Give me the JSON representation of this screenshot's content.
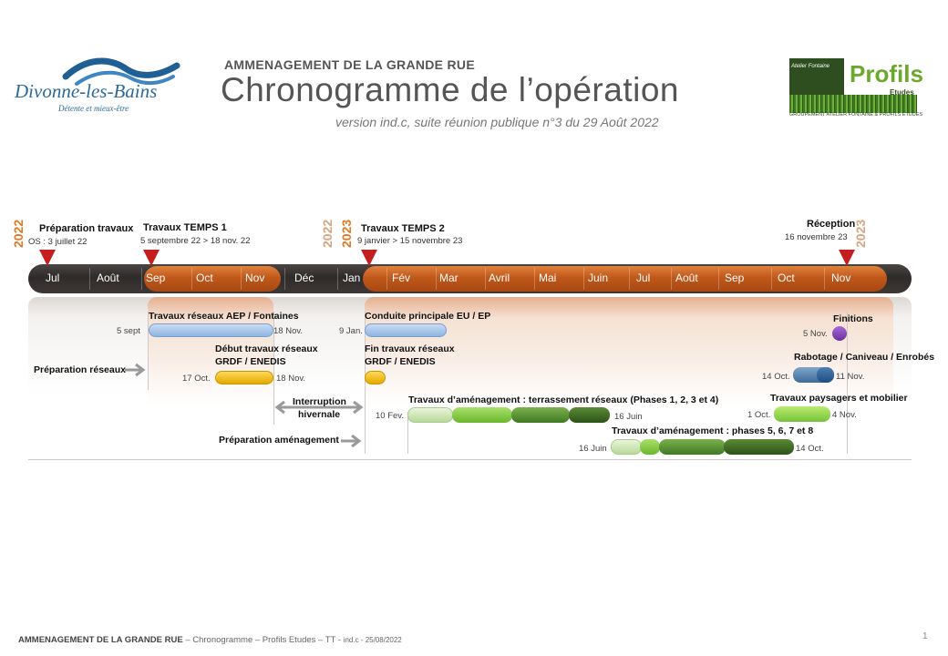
{
  "header": {
    "logo_left_name": "Divonne-les-Bains",
    "logo_left_tagline": "Détente et mieux-être",
    "project": "AMMENAGEMENT DE LA GRANDE RUE",
    "title": "Chronogramme de l’opération",
    "subtitle": "version ind.c, suite réunion publique n°3 du 29 Août 2022",
    "logo_right_atelier": "Atelier Fontaine",
    "logo_right_profils": "Profils",
    "logo_right_etudes": "Etudes",
    "logo_right_group": "GROUPEMENT ATELIER FONTAINE & PROFILS ETUDES"
  },
  "years": {
    "y2022": "2022",
    "y2023": "2023"
  },
  "months": [
    "Jul",
    "Août",
    "Sep",
    "Oct",
    "Nov",
    "Déc",
    "Jan",
    "Fév",
    "Mar",
    "Avril",
    "Mai",
    "Juin",
    "Jul",
    "Août",
    "Sep",
    "Oct",
    "Nov"
  ],
  "milestones": {
    "prep_title": "Préparation travaux",
    "prep_sub": "OS : 3 juillet 22",
    "t1_title": "Travaux TEMPS 1",
    "t1_sub": "5 septembre 22 > 18 nov. 22",
    "t2_title": "Travaux TEMPS 2",
    "t2_sub": "9 janvier > 15 novembre 23",
    "rec_title": "Réception",
    "rec_sub": "16 novembre 23"
  },
  "tasks": {
    "aep_label": "Travaux réseaux AEP / Fontaines",
    "aep_start": "5 sept",
    "aep_end": "18 Nov.",
    "cond_label": "Conduite principale EU / EP",
    "cond_start": "9 Jan.",
    "fin_label": "Finitions",
    "fin_date": "5 Nov.",
    "prep_res_label": "Préparation réseaux",
    "grdf_label_1": "Début travaux réseaux",
    "grdf_label_2": "GRDF / ENEDIS",
    "grdf_start": "17 Oct.",
    "grdf_end": "18 Nov.",
    "fingrdf_label_1": "Fin travaux réseaux",
    "fingrdf_label_2": "GRDF / ENEDIS",
    "rab_label": "Rabotage / Caniveau / Enrobés",
    "rab_start": "14 Oct.",
    "rab_end": "11 Nov.",
    "interruption_1": "Interruption",
    "interruption_2": "hivernale",
    "terr_label": "Travaux d’aménagement : terrassement réseaux (Phases 1, 2, 3 et 4)",
    "terr_start": "10 Fev.",
    "terr_end": "16 Juin",
    "pays_label": "Travaux paysagers et mobilier",
    "pays_start": "1 Oct.",
    "pays_end": "4 Nov.",
    "prep_am_label": "Préparation aménagement",
    "ph_label": "Travaux d’aménagement : phases 5, 6, 7 et 8",
    "ph_start": "16 Juin",
    "ph_end": "14 Oct."
  },
  "footer": {
    "project": "AMMENAGEMENT DE LA GRANDE RUE",
    "rest": " – Chronogramme – Profils Etudes – TT - ",
    "version": "ind.c - 25/08/2022",
    "page": "1"
  },
  "colors": {
    "accent_orange": "#c0581a",
    "timeline_dark": "#2f2b2a",
    "marker_red": "#c51e1e"
  }
}
